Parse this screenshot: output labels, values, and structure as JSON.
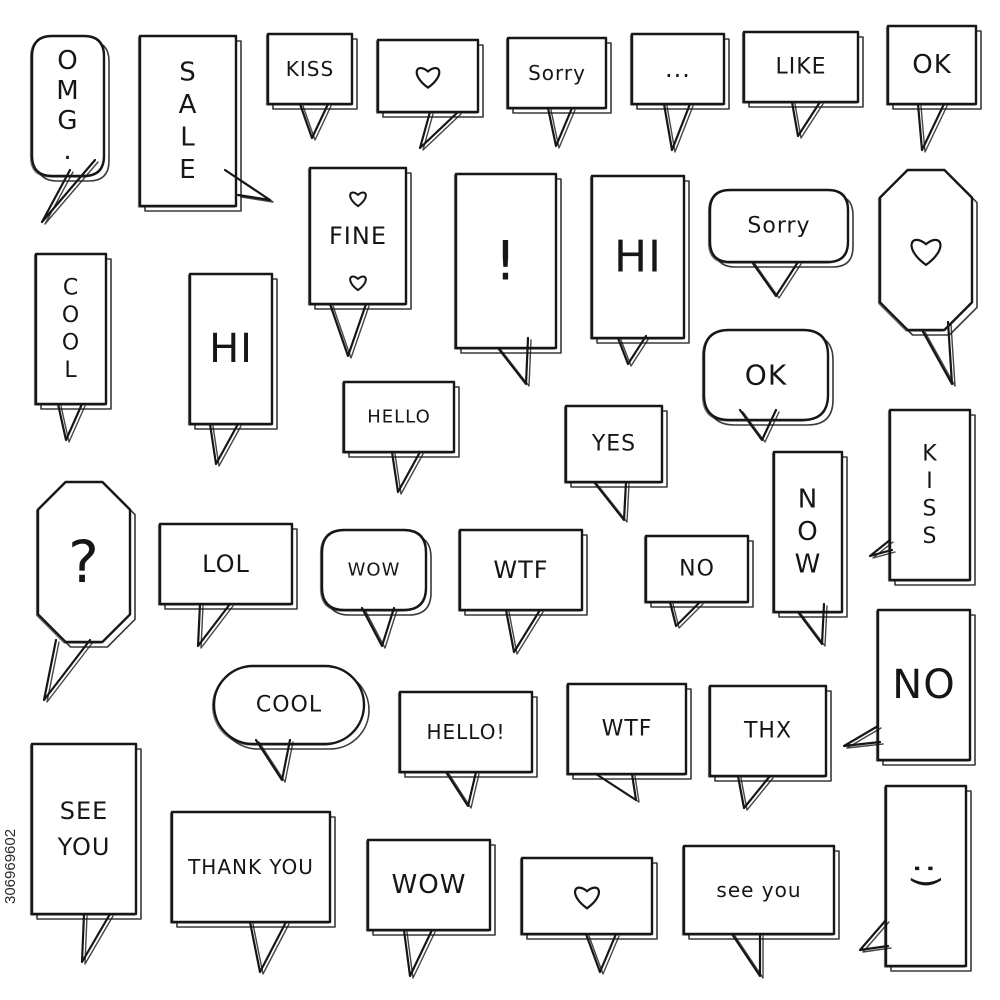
{
  "stock_id": "306969602",
  "ink_color": "#161616",
  "paper_color": "#ffffff",
  "bubbles": [
    {
      "id": "omg",
      "text": "OMG."
    },
    {
      "id": "sale",
      "text": "SALE"
    },
    {
      "id": "kiss-top",
      "text": "KISS"
    },
    {
      "id": "heart-top",
      "icon": "heart-icon"
    },
    {
      "id": "sorry-top",
      "text": "Sorry"
    },
    {
      "id": "ellipsis",
      "text": "..."
    },
    {
      "id": "like",
      "text": "LIKE"
    },
    {
      "id": "ok-top",
      "text": "OK"
    },
    {
      "id": "cool-vertical",
      "text": "COOL"
    },
    {
      "id": "fine",
      "text": "FINE",
      "icon": "heart-icon"
    },
    {
      "id": "exclaim",
      "text": "!"
    },
    {
      "id": "hi-right",
      "text": "HI"
    },
    {
      "id": "sorry-round",
      "text": "Sorry"
    },
    {
      "id": "heart-octagon",
      "icon": "heart-icon"
    },
    {
      "id": "hi-left",
      "text": "HI"
    },
    {
      "id": "hello",
      "text": "HELLO"
    },
    {
      "id": "ok-round",
      "text": "OK"
    },
    {
      "id": "yes",
      "text": "YES"
    },
    {
      "id": "kiss-vertical",
      "text": "KISS"
    },
    {
      "id": "question",
      "text": "?"
    },
    {
      "id": "lol",
      "text": "LOL"
    },
    {
      "id": "wow-small",
      "text": "WOW"
    },
    {
      "id": "wtf-top",
      "text": "WTF"
    },
    {
      "id": "no-small",
      "text": "NO"
    },
    {
      "id": "now",
      "text": "NOW"
    },
    {
      "id": "no-large",
      "text": "NO"
    },
    {
      "id": "cool-oval",
      "text": "COOL"
    },
    {
      "id": "hello-exclaim",
      "text": "HELLO!"
    },
    {
      "id": "wtf-bottom",
      "text": "WTF"
    },
    {
      "id": "thx",
      "text": "THX"
    },
    {
      "id": "see-you-caps",
      "text": "SEE YOU"
    },
    {
      "id": "thank-you",
      "text": "THANK YOU"
    },
    {
      "id": "wow-large",
      "text": "WOW"
    },
    {
      "id": "heart-bottom",
      "icon": "heart-icon"
    },
    {
      "id": "see-you-lower",
      "text": "see you"
    },
    {
      "id": "smiley",
      "text": ":)"
    }
  ]
}
